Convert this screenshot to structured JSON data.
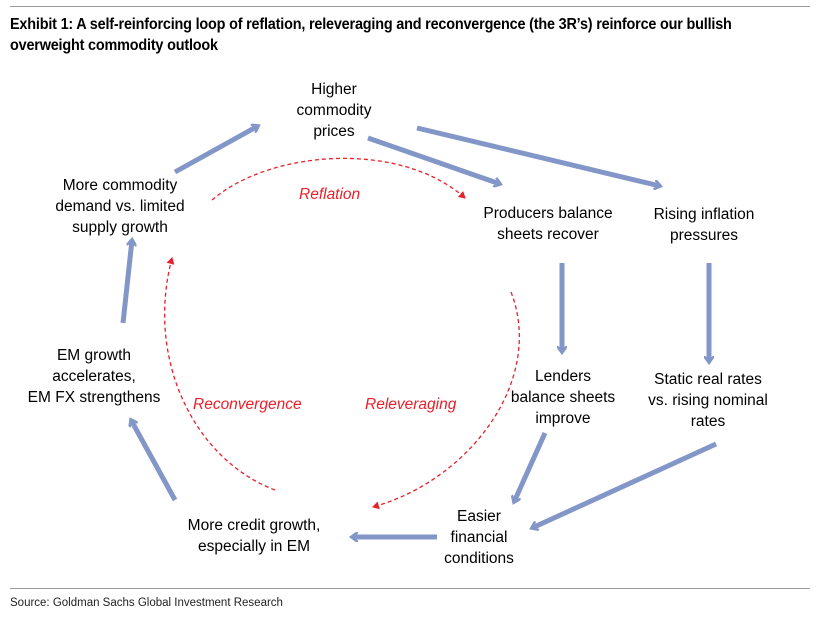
{
  "title": "Exhibit 1: A self-reinforcing loop of reflation, releveraging and reconvergence (the 3R’s) reinforce our bullish overweight commodity outlook",
  "source": "Source: Goldman Sachs Global Investment Research",
  "colors": {
    "arrow": "#8396c8",
    "loop": "#e8202a",
    "rule": "#9a9a9a"
  },
  "nodes": {
    "higher_commodity_prices": [
      "Higher",
      "commodity",
      "prices"
    ],
    "producers_balance_sheets": [
      "Producers balance",
      "sheets recover"
    ],
    "rising_inflation": [
      "Rising inflation",
      "pressures"
    ],
    "lenders_balance_sheets": [
      "Lenders",
      "balance sheets",
      "improve"
    ],
    "static_real_rates": [
      "Static real rates",
      "vs. rising nominal",
      "rates"
    ],
    "easier_financial": [
      "Easier",
      "financial",
      "conditions"
    ],
    "more_credit_growth": [
      "More credit growth,",
      "especially in EM"
    ],
    "em_growth": [
      "EM growth",
      "accelerates,",
      "EM FX strengthens"
    ],
    "more_commodity_demand": [
      "More commodity",
      "demand vs. limited",
      "supply growth"
    ]
  },
  "loops": {
    "reflation": "Reflation",
    "releveraging": "Releveraging",
    "reconvergence": "Reconvergence"
  }
}
